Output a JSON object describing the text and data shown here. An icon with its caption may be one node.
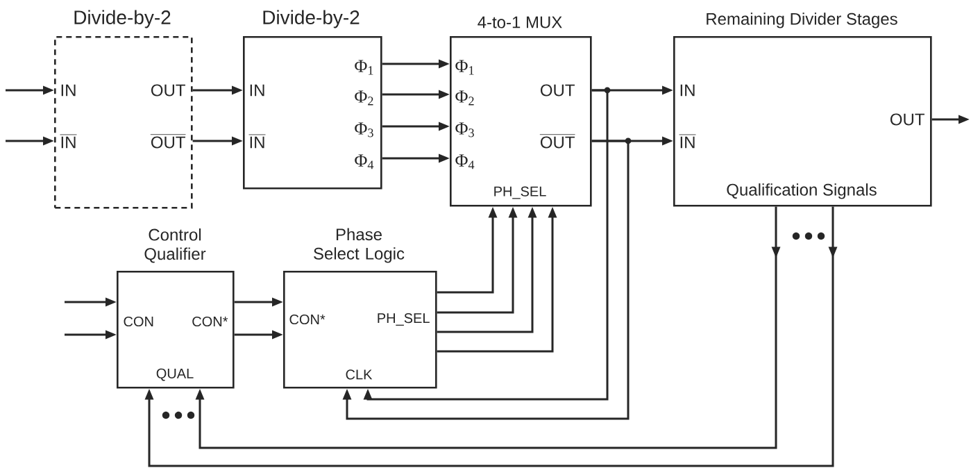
{
  "diagram": {
    "nodes": [
      {
        "text": [
          "Divide-by-2",
          "IN",
          "OUT",
          "IN",
          "OUT"
        ]
      },
      {
        "text": [
          "Divide-by-2",
          "IN",
          "IN",
          "Φ$_{1}$",
          "Φ$_{2}$",
          "Φ$_{3}$",
          "Φ$_{4}$"
        ]
      },
      {
        "text": [
          "4-to-1 MUX",
          "Φ$_{1}$",
          "Φ$_{2}$",
          "Φ$_{3}$",
          "Φ$_{4}$",
          "OUT",
          "OUT",
          "PH_SEL"
        ]
      },
      {
        "text": [
          "Remaining Divider Stages",
          "IN",
          "IN",
          "OUT",
          "Qualification Signals"
        ]
      },
      {
        "text": [
          "Control Qualifier",
          "CON",
          "CON*",
          "QUAL"
        ]
      },
      {
        "text": [
          "Phase Select Logic",
          "CON*",
          "PH_SEL",
          "CLK"
        ]
      }
    ],
    "edges": [
      {
        "from": null,
        "to": 0,
        "arrow": "to"
      },
      {
        "from": null,
        "to": 0,
        "arrow": "to"
      },
      {
        "from": 0,
        "to": 1,
        "arrow": "to"
      },
      {
        "from": 0,
        "to": 1,
        "arrow": "to"
      },
      {
        "from": 1,
        "to": 2,
        "arrow": "to"
      },
      {
        "from": 1,
        "to": 2,
        "arrow": "to"
      },
      {
        "from": 1,
        "to": 2,
        "arrow": "to"
      },
      {
        "from": 1,
        "to": 2,
        "arrow": "to"
      },
      {
        "from": 2,
        "to": 3,
        "arrow": "to"
      },
      {
        "from": 2,
        "to": 3,
        "arrow": "to"
      },
      {
        "from": 2,
        "to": 5,
        "arrow": "to"
      },
      {
        "from": 2,
        "to": 5,
        "arrow": "to"
      },
      {
        "from": 3,
        "to": null,
        "arrow": "to"
      },
      {
        "from": 3,
        "to": 4,
        "arrow": "to"
      },
      {
        "from": 3,
        "to": 4,
        "arrow": "to"
      },
      {
        "from": null,
        "to": 4,
        "arrow": "to"
      },
      {
        "from": null,
        "to": 4,
        "arrow": "to"
      },
      {
        "from": 4,
        "to": 5,
        "arrow": "to"
      },
      {
        "from": 4,
        "to": 5,
        "arrow": "to"
      },
      {
        "from": 5,
        "to": 2,
        "arrow": "to"
      },
      {
        "from": 5,
        "to": 2,
        "arrow": "to"
      },
      {
        "from": 5,
        "to": 2,
        "arrow": "to"
      },
      {
        "from": 5,
        "to": 2,
        "arrow": "to"
      }
    ]
  }
}
